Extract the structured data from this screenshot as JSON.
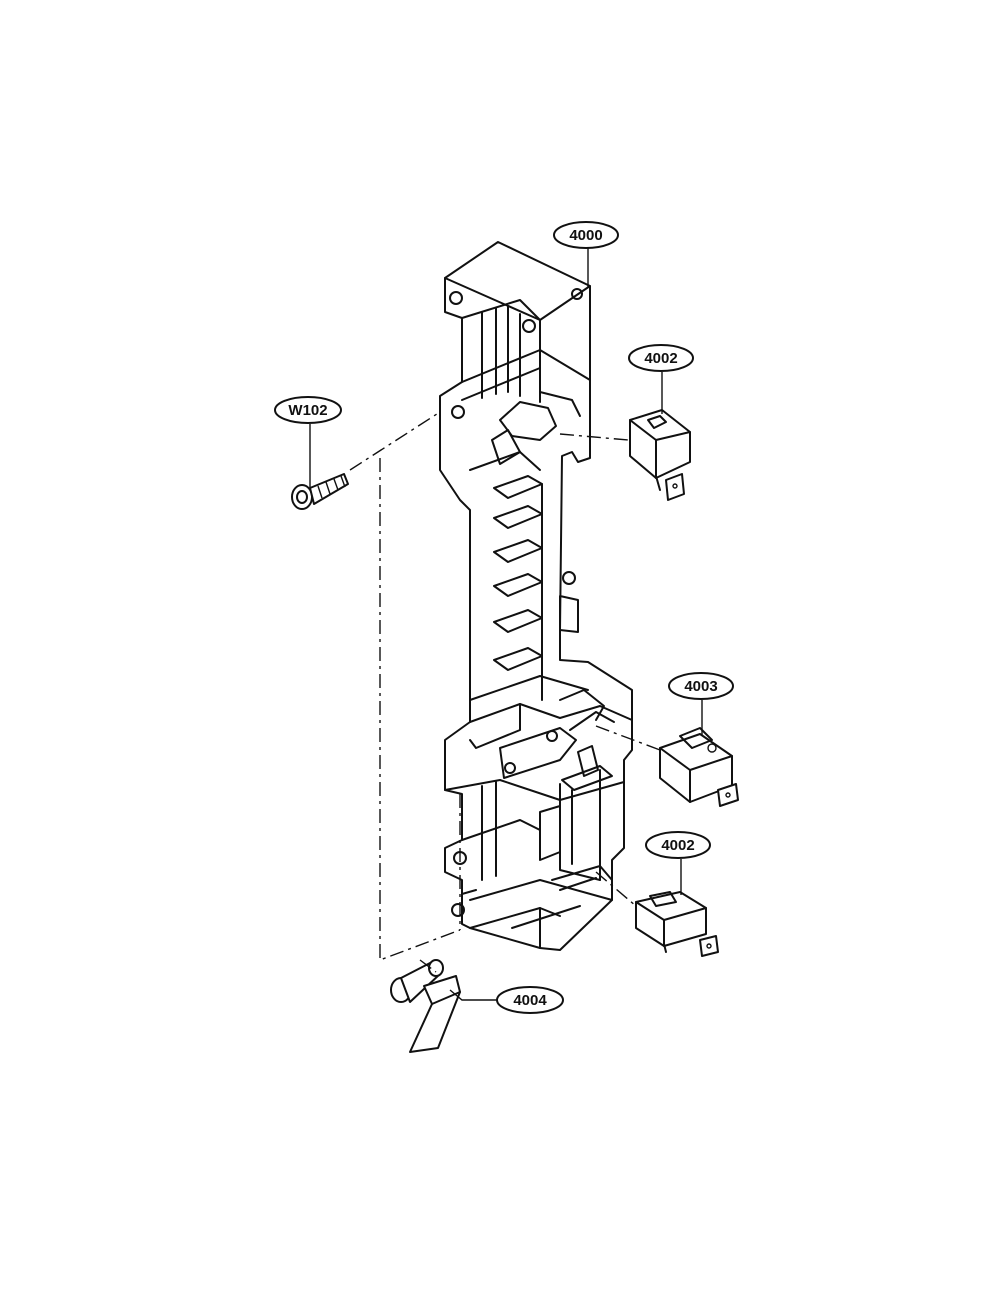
{
  "diagram": {
    "callouts": [
      {
        "id": "frame",
        "label": "4000"
      },
      {
        "id": "switch-top",
        "label": "4002"
      },
      {
        "id": "screw",
        "label": "W102"
      },
      {
        "id": "switch-middle",
        "label": "4003"
      },
      {
        "id": "switch-bottom",
        "label": "4002"
      },
      {
        "id": "lever",
        "label": "4004"
      }
    ]
  }
}
